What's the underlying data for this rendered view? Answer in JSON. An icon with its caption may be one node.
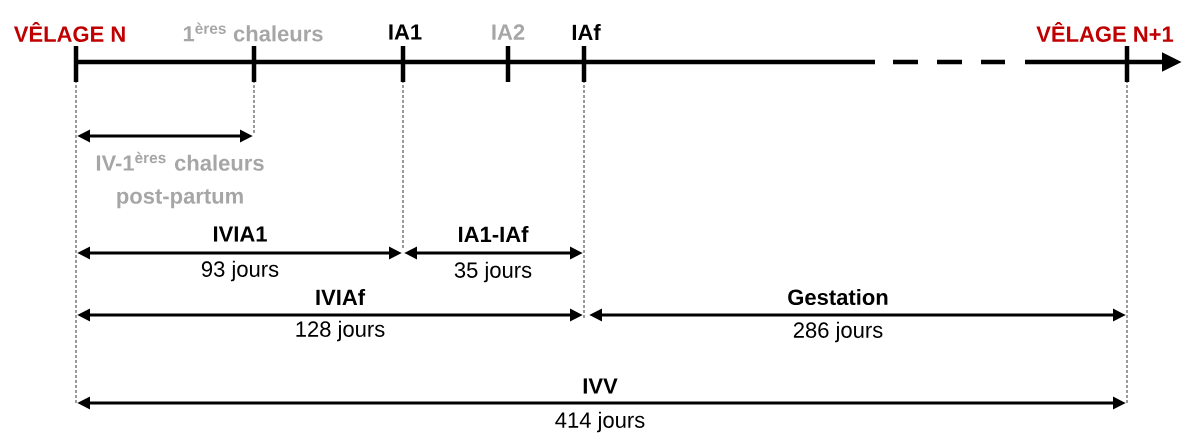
{
  "diagram": {
    "labels": [
      "VÊLAGE N",
      "1$^{ères}$ chaleurs",
      "IA1",
      "IA2",
      "IAf",
      "VÊLAGE N+1",
      "IV-1$^{ères}$ chaleurs post-partum",
      "IVIA1",
      "93 jours",
      "IA1-IAf",
      "35 jours",
      "IVIAf",
      "128 jours",
      "Gestation",
      "286 jours",
      "IVV",
      "414 jours"
    ]
  }
}
